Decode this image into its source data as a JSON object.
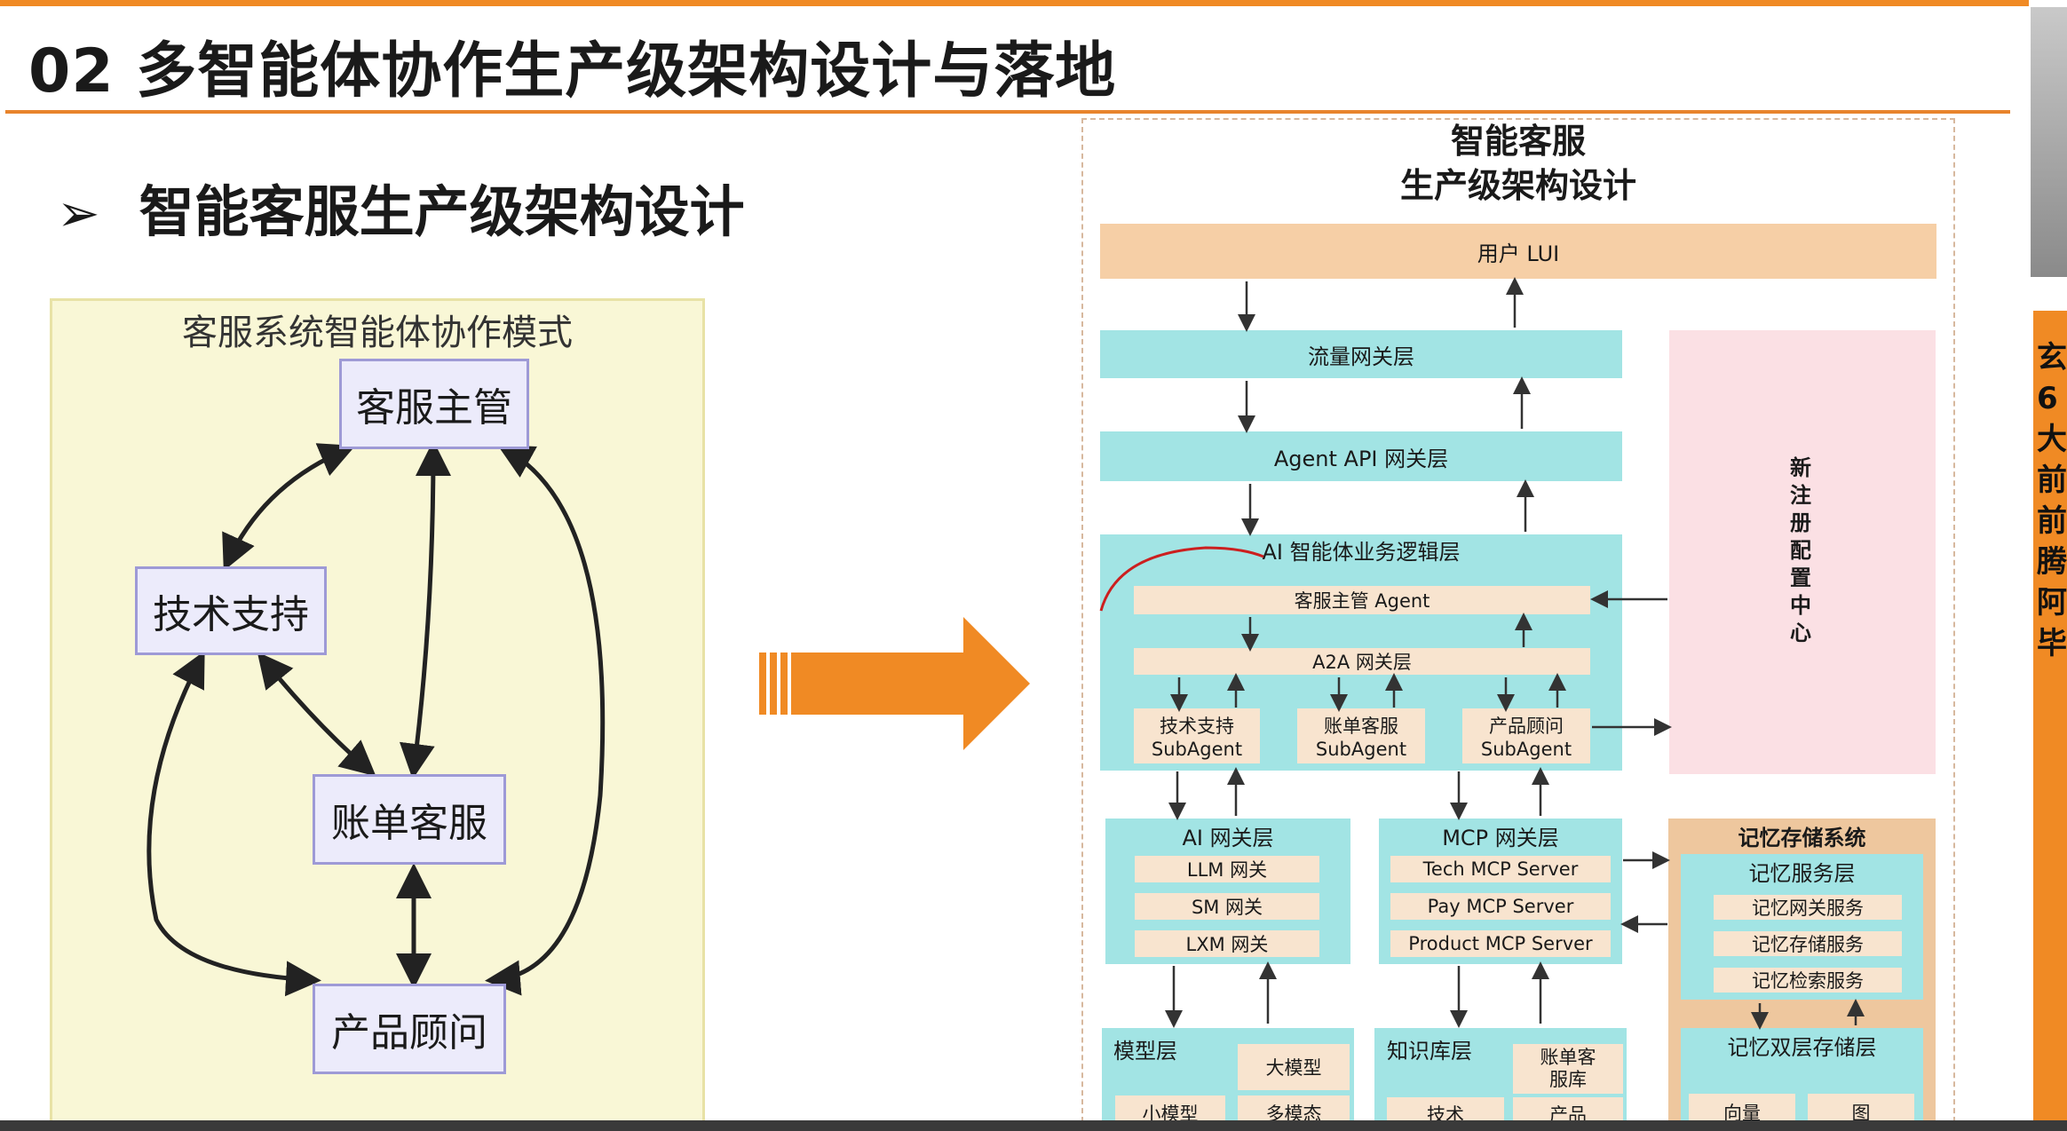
{
  "slide": {
    "title": "02 多智能体协作生产级架构设计与落地",
    "bullet_symbol": "➢",
    "subtitle": "智能客服生产级架构设计"
  },
  "left_diagram": {
    "title": "客服系统智能体协作模式",
    "agents": {
      "supervisor": "客服主管",
      "tech": "技术支持",
      "billing": "账单客服",
      "product": "产品顾问"
    }
  },
  "architecture": {
    "title_line1": "智能客服",
    "title_line2": "生产级架构设计",
    "user_layer": "用户 LUI",
    "traffic_gateway": "流量网关层",
    "agent_api_gateway": "Agent API 网关层",
    "ai_logic_layer": "AI 智能体业务逻辑层",
    "supervisor_agent": "客服主管 Agent",
    "a2a_gateway": "A2A 网关层",
    "subagents": [
      {
        "line1": "技术支持",
        "line2": "SubAgent"
      },
      {
        "line1": "账单客服",
        "line2": "SubAgent"
      },
      {
        "line1": "产品顾问",
        "line2": "SubAgent"
      }
    ],
    "registry_center": "新注册配置中心",
    "ai_gateway": {
      "title": "AI 网关层",
      "items": [
        "LLM 网关",
        "SM 网关",
        "LXM 网关"
      ]
    },
    "mcp_gateway": {
      "title": "MCP 网关层",
      "items": [
        "Tech MCP Server",
        "Pay MCP Server",
        "Product MCP Server"
      ]
    },
    "memory_system": {
      "title": "记忆存储系统",
      "service_layer": "记忆服务层",
      "services": [
        "记忆网关服务",
        "记忆存储服务",
        "记忆检索服务"
      ],
      "storage_layer": "记忆双层存储层",
      "storage_items": [
        "向量",
        "图"
      ]
    },
    "model_layer": {
      "title": "模型层",
      "items": [
        "大模型",
        "小模型",
        "多模态"
      ]
    },
    "knowledge_layer": {
      "title": "知识库层",
      "items": [
        "账单客服库",
        "技术",
        "产品"
      ]
    }
  },
  "side_panel": {
    "text": "玄6大前前腾阿毕"
  },
  "colors": {
    "accent_orange": "#f08a24",
    "peach": "#f6cfa6",
    "cyan": "#a2e4e4",
    "pink": "#fbe0e4",
    "agent_fill": "#ecebfb",
    "agent_border": "#9e9ad6"
  }
}
